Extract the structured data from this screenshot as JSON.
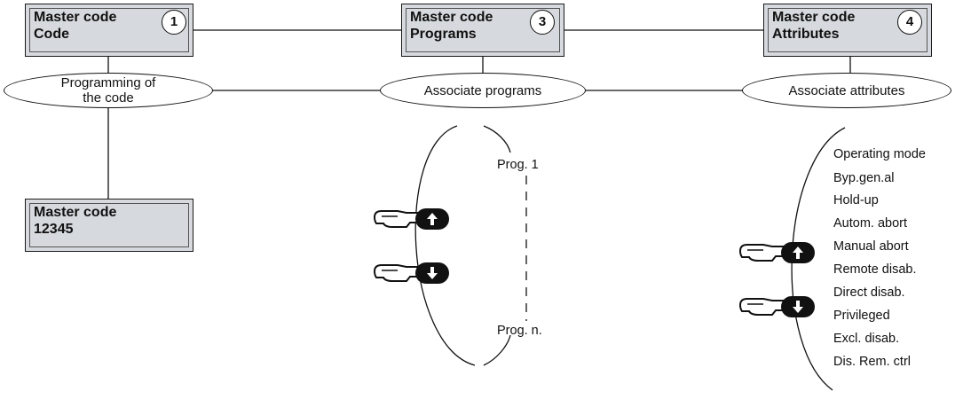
{
  "boxes": [
    {
      "line1": "Master code",
      "line2": "Code",
      "badge": "1"
    },
    {
      "line1": "Master code",
      "line2": "Programs",
      "badge": "3"
    },
    {
      "line1": "Master code",
      "line2": "Attributes",
      "badge": "4"
    },
    {
      "line1": "Master code",
      "line2": "12345"
    }
  ],
  "ovals": [
    {
      "line1": "Programming of",
      "line2": "the code"
    },
    {
      "text": "Associate programs"
    },
    {
      "text": "Associate attributes"
    }
  ],
  "programs": {
    "first": "Prog. 1",
    "last": "Prog. n."
  },
  "attributes": [
    "Operating mode",
    "Byp.gen.al",
    "Hold-up",
    "Autom. abort",
    "Manual abort",
    "Remote disab.",
    "Direct disab.",
    "Privileged",
    "Excl. disab.",
    "Dis. Rem. ctrl"
  ],
  "icons": {
    "up_key": "hand-pressing-up-arrow-key",
    "down_key": "hand-pressing-down-arrow-key"
  }
}
